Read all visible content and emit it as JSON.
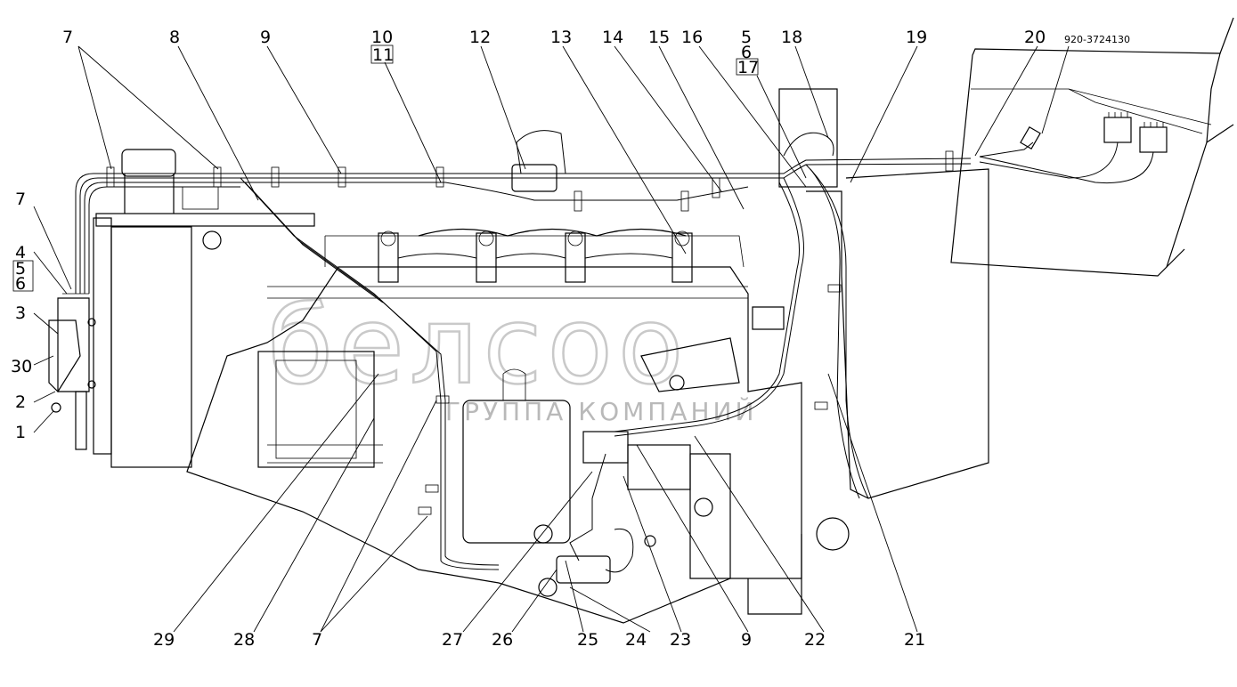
{
  "watermark": {
    "brand": "белсоо",
    "subtitle": "ГРУППА КОМПАНИЙ"
  },
  "part_number": "920-3724130",
  "callouts": {
    "top": [
      "7",
      "8",
      "9",
      "10",
      "11",
      "12",
      "13",
      "14",
      "15",
      "16",
      "5",
      "6",
      "17",
      "18",
      "19",
      "20"
    ],
    "left": [
      "7",
      "4",
      "5",
      "6",
      "3",
      "30",
      "2",
      "1"
    ],
    "bottom": [
      "29",
      "28",
      "7",
      "27",
      "26",
      "25",
      "24",
      "23",
      "9",
      "22",
      "21"
    ]
  }
}
